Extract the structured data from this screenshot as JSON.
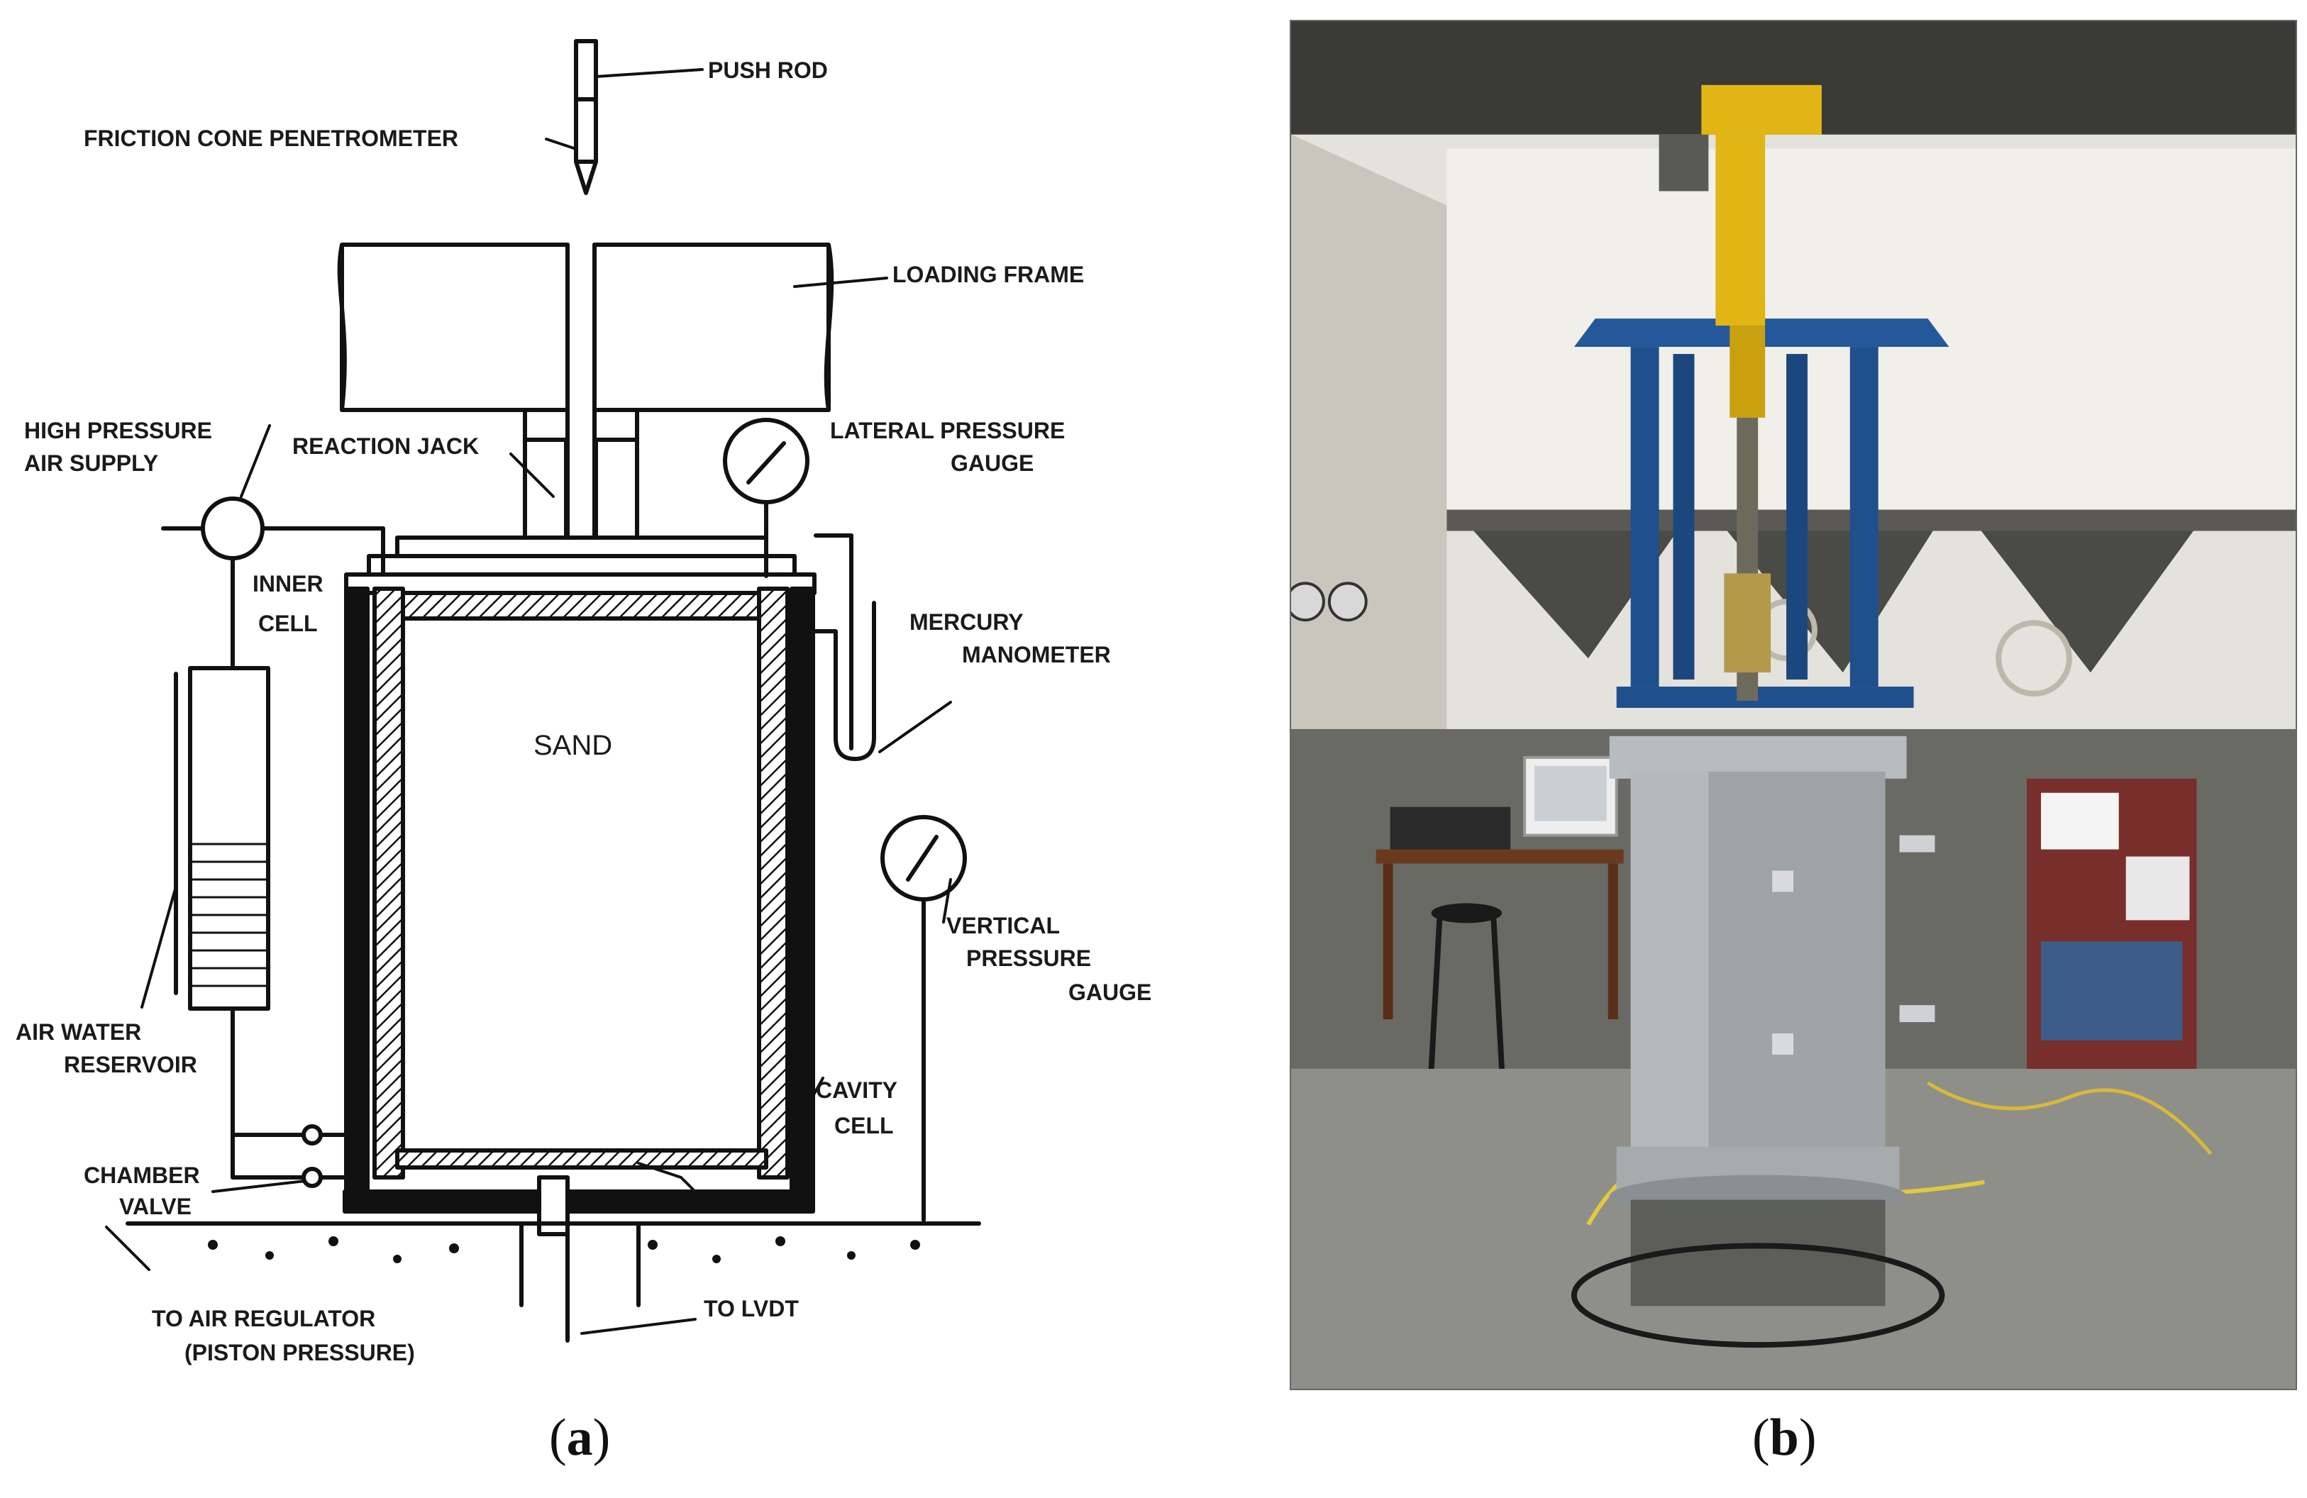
{
  "figure": {
    "caption_a": "a",
    "caption_b": "b"
  },
  "diagram": {
    "labels": {
      "push_rod": "PUSH ROD",
      "friction_cone": "FRICTION CONE PENETROMETER",
      "loading_frame": "LOADING FRAME",
      "high_pressure_1": "HIGH PRESSURE",
      "high_pressure_2": "AIR SUPPLY",
      "reaction_jack": "REACTION JACK",
      "lateral_gauge_1": "LATERAL PRESSURE",
      "lateral_gauge_2": "GAUGE",
      "inner_cell_1": "INNER",
      "inner_cell_2": "CELL",
      "mercury_1": "MERCURY",
      "mercury_2": "MANOMETER",
      "sand": "SAND",
      "vertical_1": "VERTICAL",
      "vertical_2": "PRESSURE",
      "vertical_3": "GAUGE",
      "air_water_1": "AIR WATER",
      "air_water_2": "RESERVOIR",
      "cavity_1": "CAVITY",
      "cavity_2": "CELL",
      "chamber_1": "CHAMBER",
      "chamber_2": "VALVE",
      "air_reg_1": "TO AIR REGULATOR",
      "air_reg_2": "(PISTON PRESSURE)",
      "lvdt": "TO  LVDT"
    }
  },
  "colors": {
    "frame_blue": "#1f4f8c",
    "jack_yellow": "#e2b516",
    "chamber_grey": "#9ea4a8",
    "floor": "#8f8f8a",
    "wall": "#e4e2dc"
  }
}
